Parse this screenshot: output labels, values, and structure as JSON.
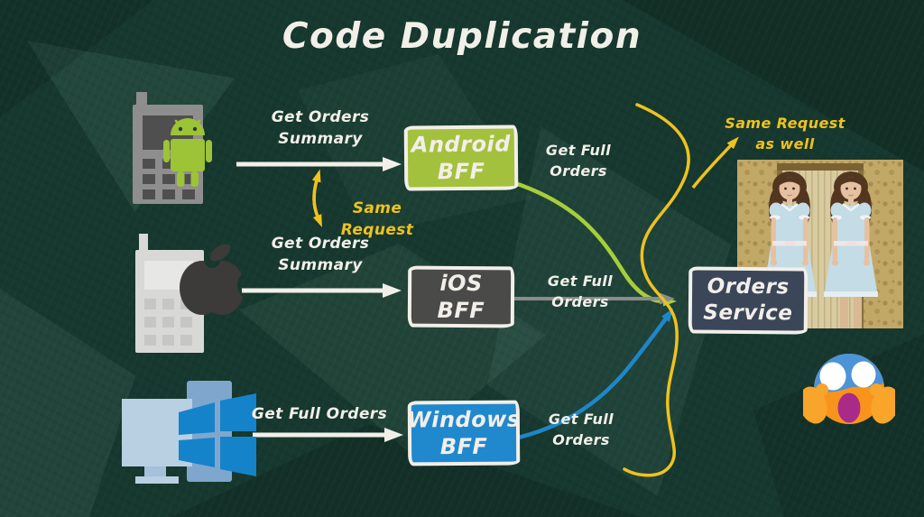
{
  "title": "Code Duplication",
  "colors": {
    "background": "#16382e",
    "chalk": "#f2efe9",
    "accent_yellow": "#eec21f",
    "android_green": "#a4c13e",
    "ios_gray": "#4a4a49",
    "windows_blue": "#2088cd",
    "service_navy": "#3b4659"
  },
  "flows": {
    "android": {
      "device": "android-feature-phone",
      "request_lines": [
        "Get Orders",
        "Summary"
      ],
      "bff_lines": [
        "Android",
        "BFF"
      ],
      "downstream_label": "Get Full Orders"
    },
    "ios": {
      "device": "ios-feature-phone",
      "request_lines": [
        "Get Orders",
        "Summary"
      ],
      "bff_lines": [
        "iOS",
        "BFF"
      ],
      "downstream_label": "Get Full Orders"
    },
    "windows": {
      "device": "windows-desktop",
      "request_lines": [
        "Get Full Orders"
      ],
      "bff_lines": [
        "Windows",
        "BFF"
      ],
      "downstream_label": "Get Full Orders"
    }
  },
  "service_lines": [
    "Orders",
    "Service"
  ],
  "annotations": {
    "same_request": "Same Request",
    "same_request_as_well_lines": [
      "Same Request",
      "as well"
    ]
  },
  "decorations": {
    "photo": "shining-twins",
    "emoji": "face-screaming-in-fear"
  }
}
